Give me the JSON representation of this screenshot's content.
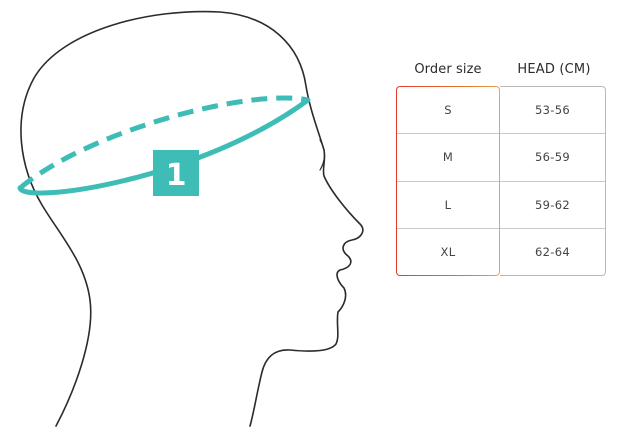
{
  "figure": {
    "measurement_label": "1",
    "outline_color": "#2b2b2b",
    "tape_color": "#3dbdb6"
  },
  "table": {
    "headers": {
      "order_size": "Order size",
      "head_cm": "HEAD (CM)"
    },
    "rows": [
      {
        "size": "S",
        "head": "53-56"
      },
      {
        "size": "M",
        "head": "56-59"
      },
      {
        "size": "L",
        "head": "59-62"
      },
      {
        "size": "XL",
        "head": "62-64"
      }
    ],
    "highlight_gradient": [
      "#e63a2e",
      "#e07b28",
      "#e9a45a"
    ],
    "border_color": "#b9b9b9"
  }
}
